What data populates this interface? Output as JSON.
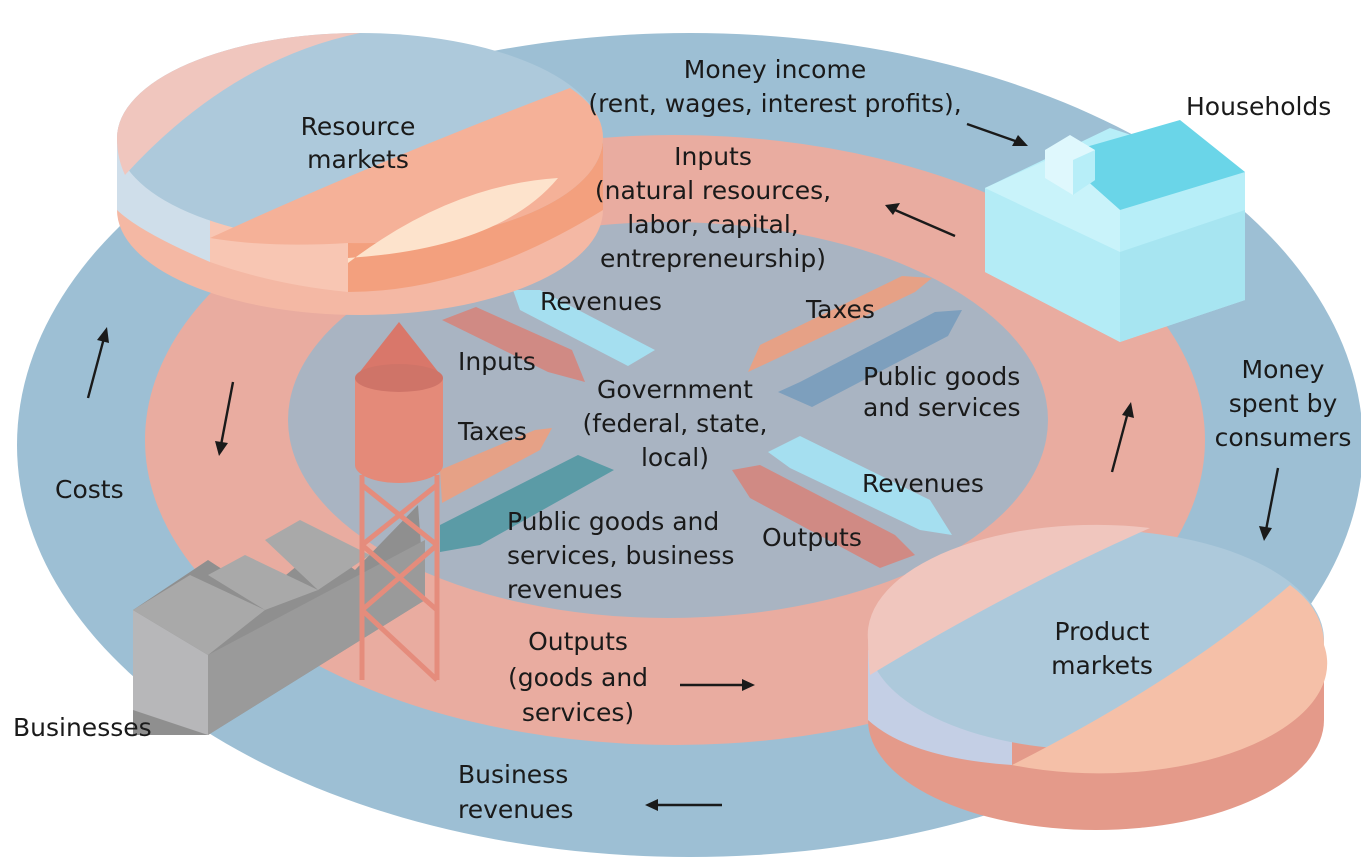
{
  "colors": {
    "outer_ring": "#9dbfd4",
    "middle_ring": "#e9aca0",
    "center": "#a9b4c2",
    "pie_blue": "#adc9db",
    "pie_peach": "#f5b198",
    "pie_pink": "#f0c6be",
    "house": "#a7e5f1",
    "house_roof": "#6ad5e8",
    "factory": "#9a9a9a",
    "tower": "#e58c7c"
  },
  "labels": {
    "money_income": [
      "Money income",
      "(rent, wages, interest profits),"
    ],
    "households": "Households",
    "resource_markets": [
      "Resource",
      "markets"
    ],
    "inputs_top": [
      "Inputs",
      "(natural resources,",
      "labor, capital,",
      "entrepreneurship)"
    ],
    "revenues_top": "Revenues",
    "taxes_right": "Taxes",
    "inputs_left": "Inputs",
    "government": [
      "Government",
      "(federal, state,",
      "local)"
    ],
    "public_goods_right": [
      "Public goods",
      "and services"
    ],
    "money_spent": [
      "Money",
      "spent by",
      "consumers"
    ],
    "taxes_left": "Taxes",
    "costs": "Costs",
    "revenues_right": "Revenues",
    "public_goods_business": [
      "Public goods and",
      "services, business",
      "revenues"
    ],
    "outputs_right": "Outputs",
    "product_markets": [
      "Product",
      "markets"
    ],
    "outputs_bottom": [
      "Outputs",
      "(goods and",
      "services)"
    ],
    "businesses": "Businesses",
    "business_revenues": [
      "Business",
      "revenues"
    ]
  }
}
